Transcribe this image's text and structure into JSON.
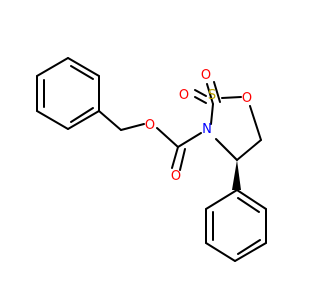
{
  "molecule": {
    "atom_labels": {
      "ester_oxygen": "O",
      "carbonyl_oxygen": "O",
      "sulfur": "S",
      "sulfonyl_oxygen_top": "O",
      "sulfonyl_oxygen_left": "O",
      "ring_oxygen": "O",
      "ring_nitrogen": "N"
    },
    "colors": {
      "bond": "#000000",
      "oxygen": "#ff0000",
      "sulfur": "#b8a000",
      "nitrogen": "#0000ff"
    }
  }
}
